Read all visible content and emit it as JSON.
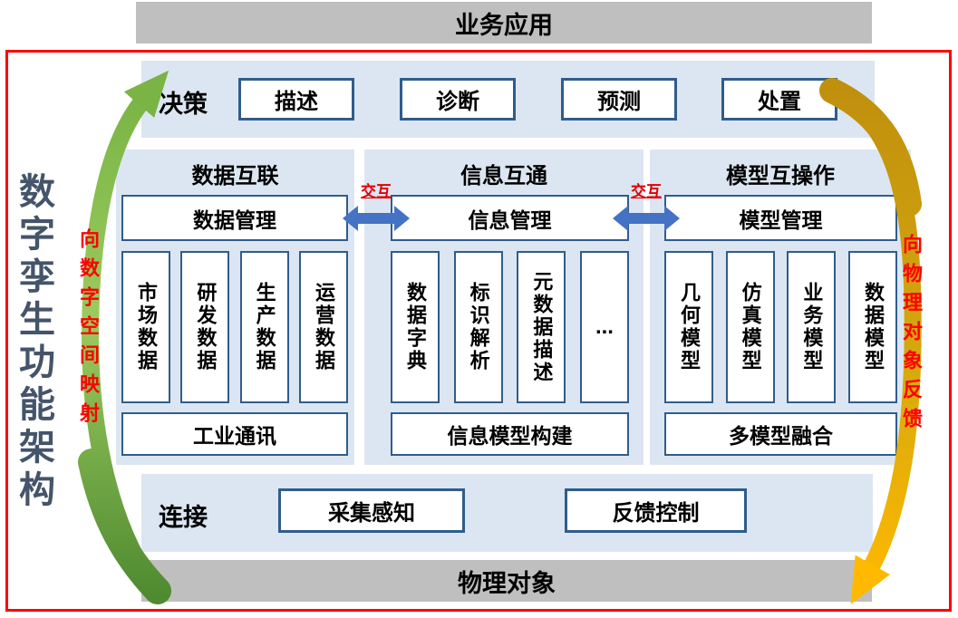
{
  "top_bar": {
    "label": "业务应用"
  },
  "bottom_bar": {
    "label": "物理对象"
  },
  "left_title": "数字孪生功能架构",
  "left_arrow_label": "向数字空间映射",
  "right_arrow_label": "向物理对象反馈",
  "decision": {
    "label": "决策",
    "items": [
      "描述",
      "诊断",
      "预测",
      "处置"
    ]
  },
  "connection": {
    "label": "连接",
    "items": [
      "采集感知",
      "反馈控制"
    ]
  },
  "interaction_labels": [
    "交互",
    "交互"
  ],
  "columns": [
    {
      "title": "数据互联",
      "manager": "数据管理",
      "items": [
        "市场数据",
        "研发数据",
        "生产数据",
        "运营数据"
      ],
      "bottom": "工业通讯"
    },
    {
      "title": "信息互通",
      "manager": "信息管理",
      "items": [
        "数据字典",
        "标识解析",
        "元数据描述",
        "..."
      ],
      "bottom": "信息模型构建"
    },
    {
      "title": "模型互操作",
      "manager": "模型管理",
      "items": [
        "几何模型",
        "仿真模型",
        "业务模型",
        "数据模型"
      ],
      "bottom": "多模型融合"
    }
  ],
  "colors": {
    "panel_blue": "#DCE6F2",
    "box_border_blue": "#2F5D8C",
    "bar_gray": "#BFBFBF",
    "frame_red": "#FF0000",
    "interaction_arrow_blue": "#4472C4",
    "green_arrow": "#79B445",
    "gold_arrow": "#D7A90E",
    "title_dark_slate": "#44546A",
    "red_label": "#FF0000"
  }
}
